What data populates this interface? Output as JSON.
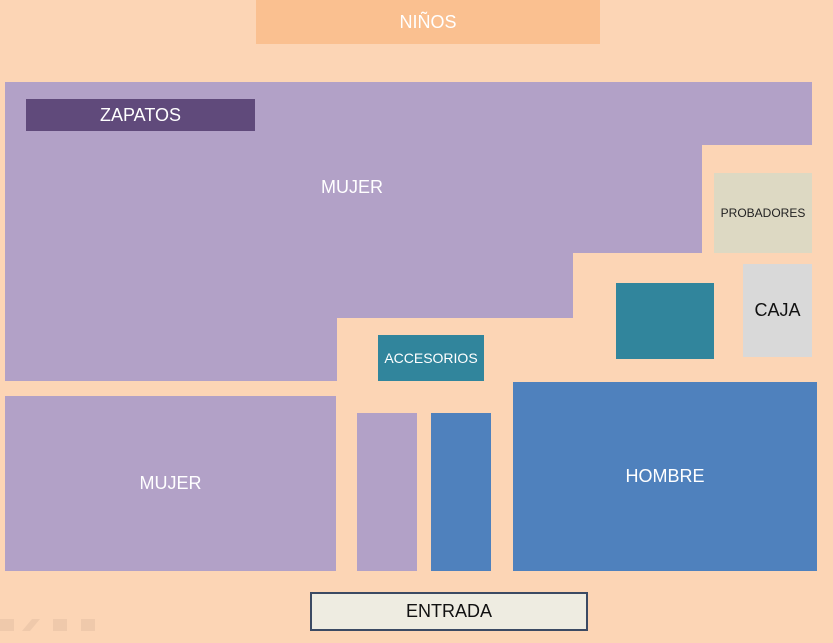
{
  "zones": {
    "ninos": "NIÑOS",
    "zapatos": "ZAPATOS",
    "mujer_main": "MUJER",
    "mujer_lower": "MUJER",
    "probadores": "PROBADORES",
    "caja": "CAJA",
    "accesorios": "ACCESORIOS",
    "hombre": "HOMBRE",
    "entrada": "ENTRADA"
  },
  "colors": {
    "background": "#fcd5b5",
    "mujer": "#b2a1c7",
    "hombre": "#4f81bd",
    "accent_teal": "#31859c",
    "ninos": "#fac090",
    "zapatos": "#604a7b"
  }
}
